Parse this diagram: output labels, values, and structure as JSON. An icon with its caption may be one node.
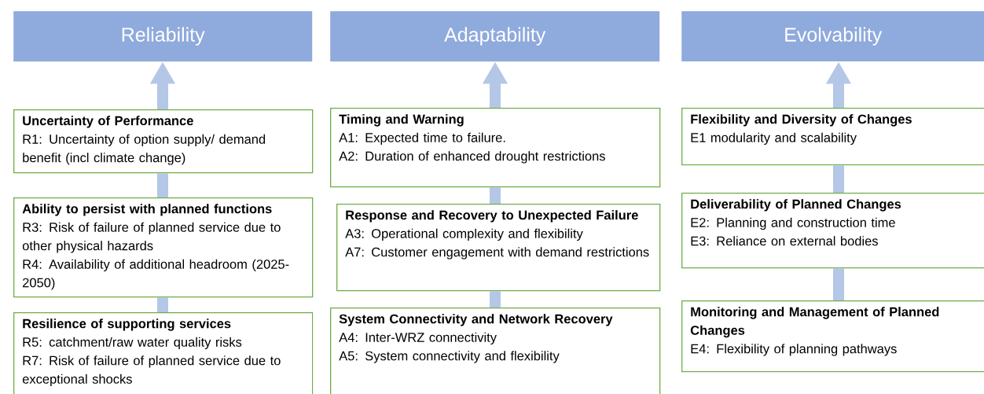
{
  "diagram": {
    "nodes": [
      {
        "text": [
          "Reliability"
        ]
      },
      {
        "text": [
          "Adaptability"
        ]
      },
      {
        "text": [
          "Evolvability"
        ]
      },
      {
        "text": [
          "Uncertainty of Performance",
          "R1: Uncertainty of option supply/ demand benefit (incl climate change)"
        ]
      },
      {
        "text": [
          "Ability to persist with planned functions",
          "R3: Risk of failure of planned service due to other physical hazards",
          "R4: Availability of additional headroom (2025-2050)"
        ]
      },
      {
        "text": [
          "Resilience of supporting services",
          "R5: catchment/raw water quality risks",
          "R7: Risk of failure of planned service due to exceptional shocks"
        ]
      },
      {
        "text": [
          "Timing and Warning",
          "A1: Expected time to failure.",
          "A2: Duration of enhanced drought restrictions"
        ]
      },
      {
        "text": [
          "Response and Recovery to Unexpected Failure",
          "A3: Operational complexity and flexibility",
          "A7: Customer engagement with demand restrictions"
        ]
      },
      {
        "text": [
          "System Connectivity and Network Recovery",
          "A4: Inter-WRZ connectivity",
          "A5: System connectivity and flexibility"
        ]
      },
      {
        "text": [
          "Flexibility and Diversity of Changes",
          "E1 modularity and scalability"
        ]
      },
      {
        "text": [
          "Deliverability of Planned Changes",
          "E2: Planning and construction time",
          "E3: Reliance on external bodies"
        ]
      },
      {
        "text": [
          "Monitoring and Management of Planned Changes",
          "E4: Flexibility of planning pathways"
        ]
      }
    ],
    "edges": [
      {
        "from": 3,
        "to": 0,
        "arrow": "to"
      },
      {
        "from": 4,
        "to": 3,
        "arrow": "none"
      },
      {
        "from": 5,
        "to": 4,
        "arrow": "none"
      },
      {
        "from": 6,
        "to": 1,
        "arrow": "to"
      },
      {
        "from": 7,
        "to": 6,
        "arrow": "none"
      },
      {
        "from": 8,
        "to": 7,
        "arrow": "none"
      },
      {
        "from": 9,
        "to": 2,
        "arrow": "to"
      },
      {
        "from": 10,
        "to": 9,
        "arrow": "none"
      },
      {
        "from": 11,
        "to": 10,
        "arrow": "none"
      }
    ]
  }
}
